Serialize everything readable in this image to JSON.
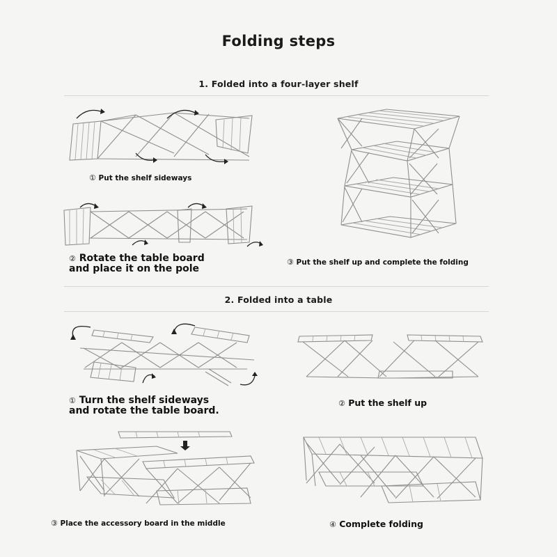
{
  "title": "Folding steps",
  "sections": [
    {
      "heading": "1. Folded into a four-layer shelf",
      "steps": [
        {
          "number": "①",
          "text": "Put the shelf sideways"
        },
        {
          "number": "②",
          "text": "Rotate the table board",
          "text_line2": "and place it on the pole"
        },
        {
          "number": "③",
          "text": "Put the shelf up and complete the folding"
        }
      ]
    },
    {
      "heading": "2. Folded into a table",
      "steps": [
        {
          "number": "①",
          "text": "Turn the shelf sideways",
          "text_line2": "and rotate the table board."
        },
        {
          "number": "②",
          "text": "Put the shelf up"
        },
        {
          "number": "③",
          "text": "Place the accessory board in the middle"
        },
        {
          "number": "④",
          "text": "Complete folding"
        }
      ]
    }
  ],
  "colors": {
    "background": "#f5f5f4",
    "line_art": "#8e8e8e",
    "text": "#111111",
    "arrow": "#222222"
  }
}
